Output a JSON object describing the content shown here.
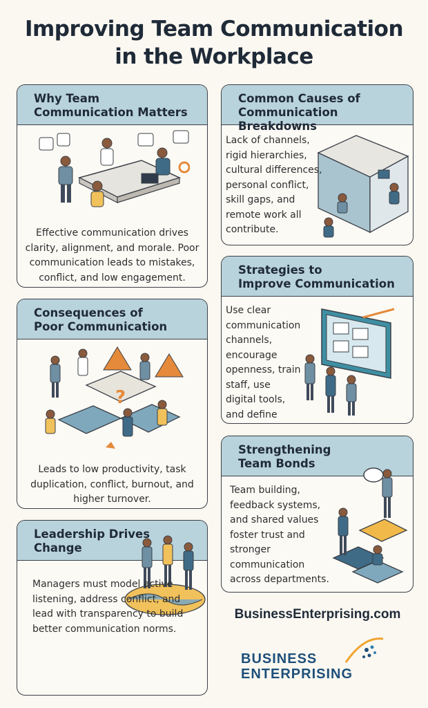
{
  "title_line1": "Improving Team Communication",
  "title_line2": "in the Workplace",
  "cards": {
    "why": {
      "heading_line1": "Why Team",
      "heading_line2": "Communication Matters",
      "body": "Effective communication drives clarity, alignment, and morale. Poor communication leads to mistakes, conflict, and low engagement."
    },
    "causes": {
      "heading_line1": "Common Causes of",
      "heading_line2": "Communication Breakdowns",
      "body": "Lack of channels, rigid hierarchies, cultural differences, personal conflict, skill gaps, and remote work all contribute."
    },
    "consequences": {
      "heading_line1": "Consequences of",
      "heading_line2": "Poor Communication",
      "body": "Leads to low productivity, task duplication, conflict, burnout, and higher turnover."
    },
    "strategies": {
      "heading_line1": "Strategies to",
      "heading_line2": "Improve Communication",
      "body": "Use clear communication channels, encourage openness, train staff, use digital tools, and define roles clearly."
    },
    "leadership": {
      "heading_line1": "Leadership Drives",
      "heading_line2": "Change",
      "body": "Managers must model active listening, address conflict, and lead with transparency to build better communication norms."
    },
    "bonds": {
      "heading_line1": "Strengthening",
      "heading_line2": "Team Bonds",
      "body": "Team building, feedback systems, and shared values foster trust and stronger communication across departments."
    }
  },
  "website": "BusinessEnterprising.com",
  "logo": {
    "line1": "BUSINESS",
    "line2": "ENTERPRISING"
  },
  "colors": {
    "header_bg": "#b9d3dc",
    "border": "#3a3f46",
    "background": "#fbf8f1",
    "title": "#1f2a38",
    "logo_blue": "#1e4f7a",
    "accent_orange": "#e58a3a"
  }
}
